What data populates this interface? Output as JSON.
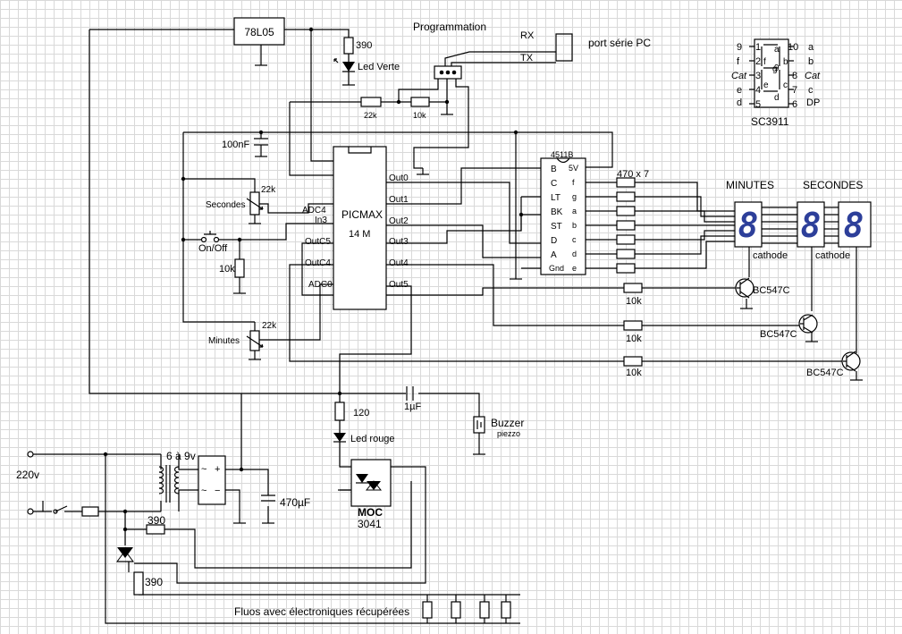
{
  "components": {
    "regulator": "78L05",
    "r_led_verte": "390",
    "led_verte": "Led Verte",
    "programmation": "Programmation",
    "rx": "RX",
    "tx": "TX",
    "port_serie": "port série PC",
    "r22k_prog": "22k",
    "r10k_prog": "10k",
    "c100nf": "100nF",
    "pot_secondes_value": "22k",
    "pot_secondes_label": "Secondes",
    "pot_minutes_value": "22k",
    "pot_minutes_label": "Minutes",
    "on_off": "On/Off",
    "r10k_switch": "10k",
    "picaxe_name": "PICMAX",
    "picaxe_clock": "14 M",
    "decoder": "4511B",
    "r470x7": "470 x 7",
    "minutes_title": "MINUTES",
    "secondes_title": "SECONDES",
    "cathode1": "cathode",
    "cathode2": "cathode",
    "r10k_t1": "10k",
    "r10k_t2": "10k",
    "r10k_t3": "10k",
    "transistor1": "BC547C",
    "transistor2": "BC547C",
    "transistor3": "BC547C",
    "r120": "120",
    "led_rouge": "Led rouge",
    "c1uf": "1µF",
    "buzzer": "Buzzer",
    "buzzer_sub": "piezzo",
    "moc_name": "MOC",
    "moc_number": "3041",
    "mains": "220v",
    "transfo": "6 à 9v",
    "c470uf": "470µF",
    "r390_a": "390",
    "r390_b": "390",
    "fluos": "Fluos avec électroniques récupérées",
    "display_ref": "SC3911"
  },
  "pins": {
    "left": [
      "ADC4",
      "In3",
      "OutC5",
      "OutC4",
      "ADC0"
    ],
    "right": [
      "Out0",
      "Out1",
      "Out2",
      "Out3",
      "Out4",
      "Out5"
    ],
    "decoder_left": [
      "B",
      "C",
      "LT",
      "BK",
      "ST",
      "D",
      "A",
      "Gnd"
    ],
    "decoder_right": [
      "5V",
      "f",
      "g",
      "a",
      "b",
      "c",
      "d",
      "e"
    ],
    "sc_left_num": [
      "9",
      "",
      "",
      "3",
      "4",
      "5"
    ],
    "sc_left_sig": [
      "f",
      "Cat",
      "e",
      "d"
    ],
    "sc_right_num": [
      "10",
      "",
      "8",
      "7",
      "6"
    ],
    "sc_right_sig": [
      "a",
      "b",
      "Cat",
      "c",
      "DP"
    ],
    "sc_inner": [
      "1",
      "2",
      "a",
      "f",
      "g",
      "b",
      "9",
      "e",
      "c",
      "d"
    ]
  }
}
